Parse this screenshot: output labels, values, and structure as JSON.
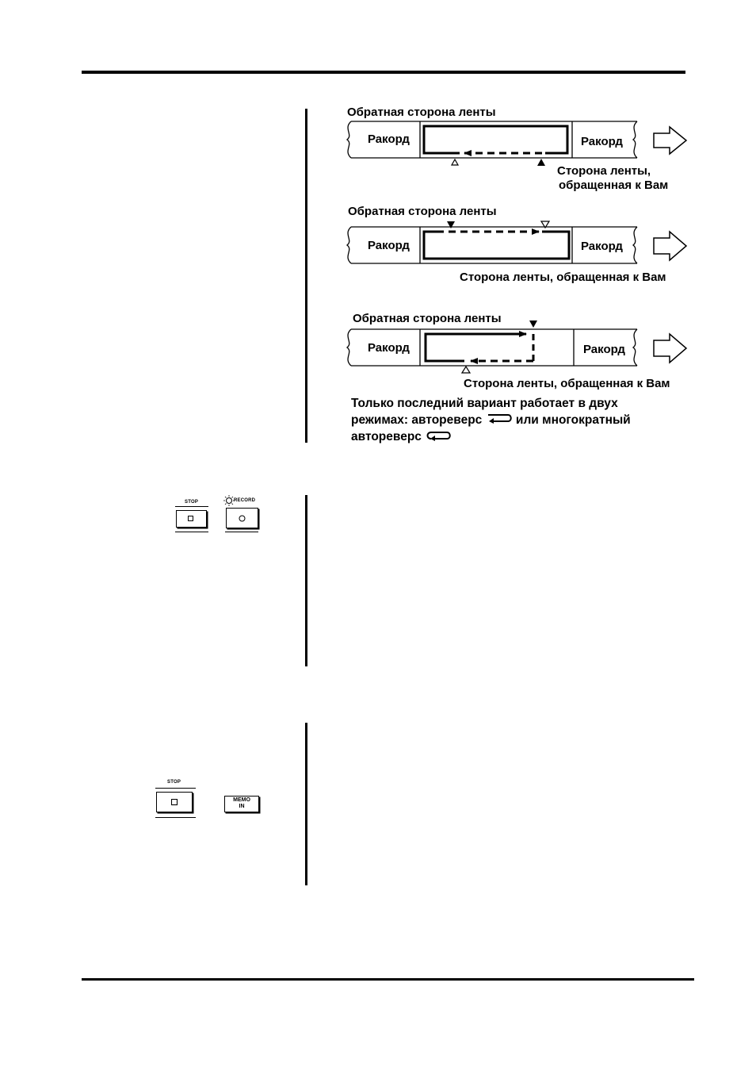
{
  "diagrams": [
    {
      "back_side_label": "Обратная сторона ленты",
      "leader_left_label": "Ракорд",
      "leader_right_label": "Ракорд",
      "front_side_label_line1": "Сторона ленты,",
      "front_side_label_line2": "обращенная к Вам"
    },
    {
      "back_side_label": "Обратная сторона ленты",
      "leader_left_label": "Ракорд",
      "leader_right_label": "Ракорд",
      "front_side_label": "Сторона ленты, обращенная к Вам"
    },
    {
      "back_side_label": "Обратная сторона ленты",
      "leader_left_label": "Ракорд",
      "leader_right_label": "Ракорд",
      "front_side_label": "Сторона ленты, обращенная к Вам"
    }
  ],
  "note": {
    "line1": "Только последний вариант работает в двух",
    "line2_a": "режимах: автореверс",
    "line2_b": "или многократный",
    "line3": "автореверс",
    "autoreverse_icon": "autoreverse-icon",
    "repeat_autoreverse_icon": "repeat-autoreverse-icon"
  },
  "panel_record": {
    "stop_caption": "STOP",
    "record_caption": "RECORD",
    "stop_icon": "stop-square-icon",
    "record_icon": "record-circle-icon"
  },
  "panel_memo": {
    "stop_caption": "STOP",
    "memo_line1": "MEMO",
    "memo_line2": "IN",
    "stop_icon": "stop-square-icon"
  }
}
